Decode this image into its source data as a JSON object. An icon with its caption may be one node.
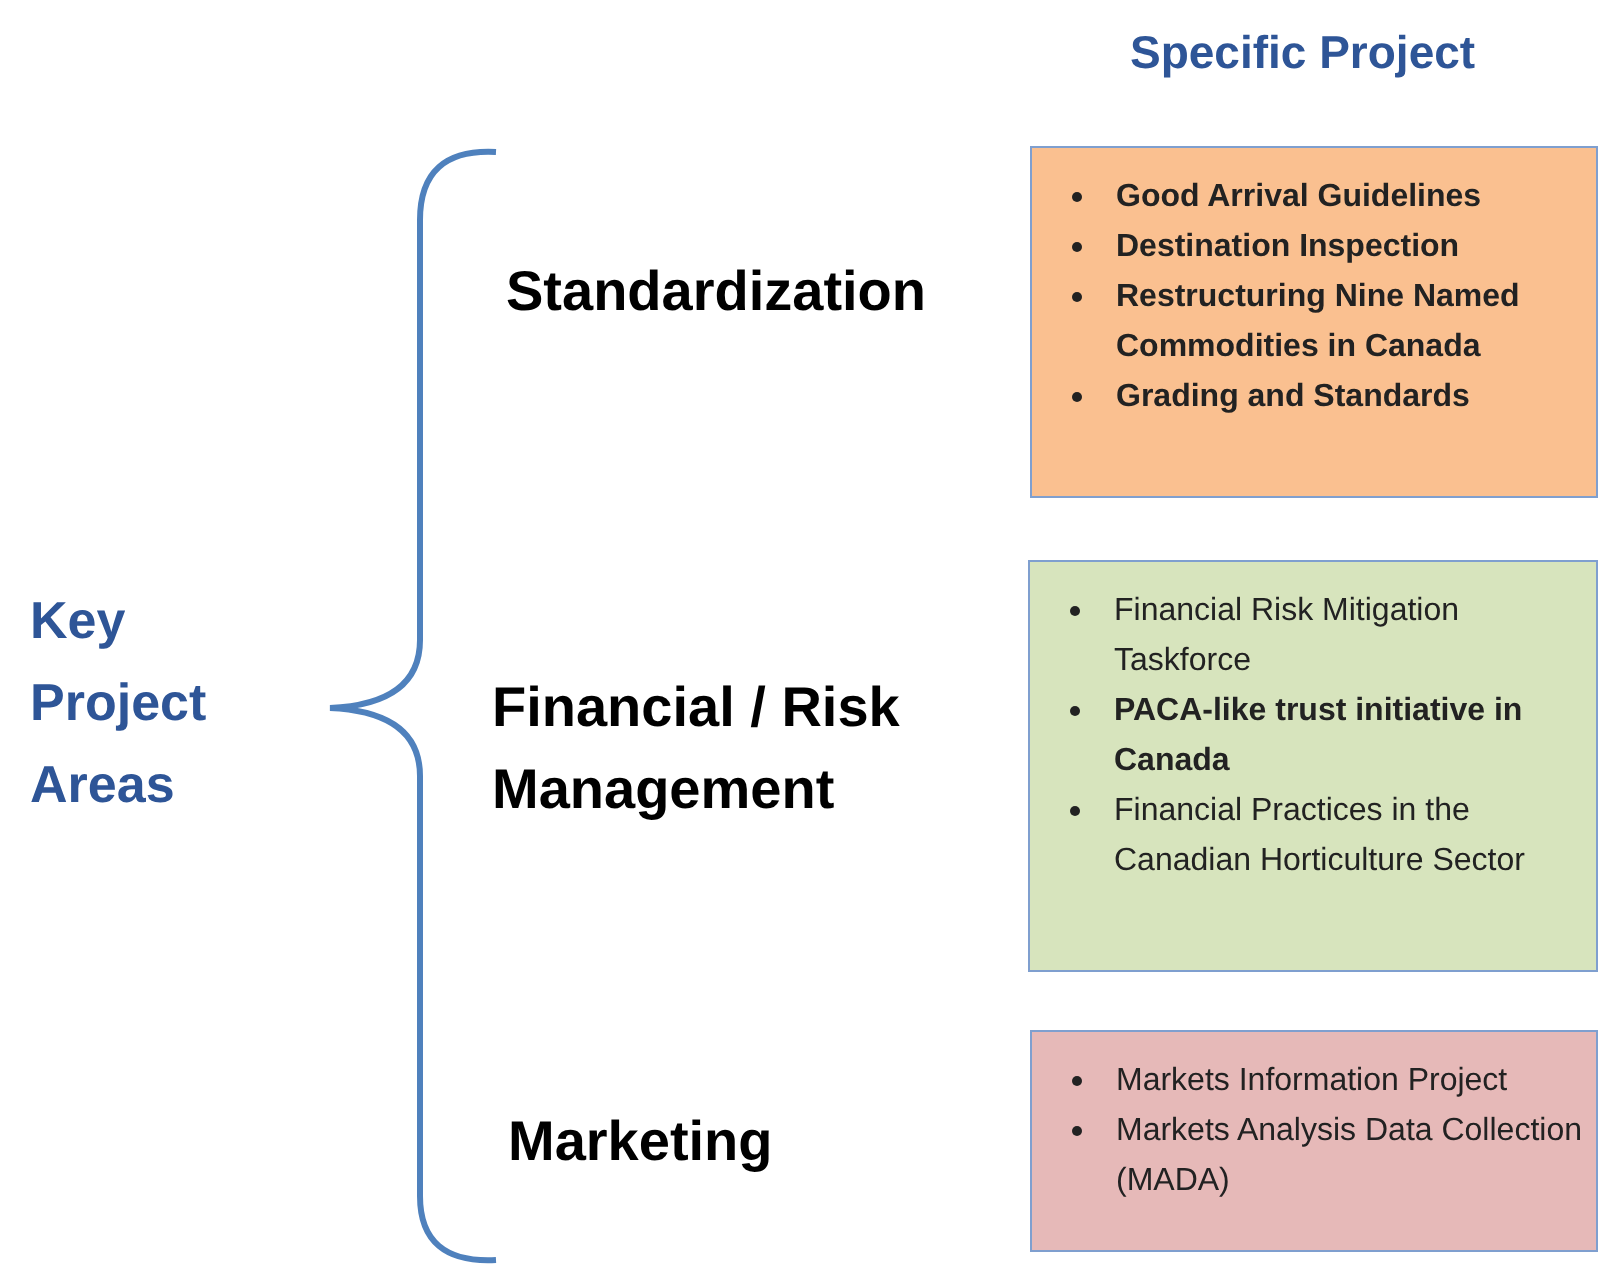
{
  "diagram": {
    "nodes": [
      {
        "text": [
          "Good Arrival Guidelines",
          "Destination Inspection",
          "Restructuring Nine Named Commodities in Canada",
          "Grading and Standards"
        ]
      },
      {
        "text": [
          "Financial Risk Mitigation Taskforce",
          "**PACA-like trust initiative in Canada**",
          "Financial Practices in the Canadian Horticulture Sector"
        ]
      },
      {
        "text": [
          "Markets Information Project",
          "Markets Analysis Data Collection (MADA)"
        ]
      }
    ],
    "edges": [],
    "labels": [
      "Specific Project",
      "Key Project Areas",
      "Standardization",
      "Financial / Risk Management",
      "Marketing"
    ]
  }
}
